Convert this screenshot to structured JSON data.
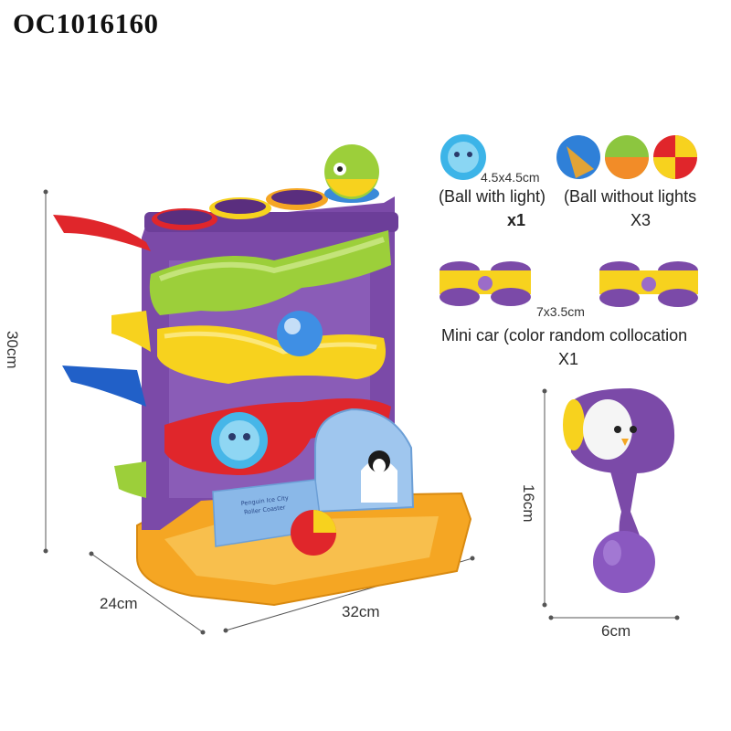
{
  "product_code": "OC1016160",
  "main_toy": {
    "height": "30cm",
    "depth": "24cm",
    "width": "32cm",
    "igloo_text": "Penguin Ice City Roller Coaster"
  },
  "accessories": {
    "ball_size": "4.5x4.5cm",
    "ball_with_light_label": "(Ball with light)",
    "ball_with_light_qty": "x1",
    "ball_without_lights_label": "(Ball without lights",
    "ball_without_lights_qty": "X3",
    "car_size": "7x3.5cm",
    "car_label": "Mini car (color random collocation",
    "car_qty": "X1",
    "hammer_height": "16cm",
    "hammer_width": "6cm"
  },
  "colors": {
    "frame_purple": "#7b4aa8",
    "ramp_red": "#e0262b",
    "ramp_green": "#9ccf3a",
    "ramp_yellow": "#f7d21e",
    "ramp_blue": "#2160c8",
    "base_orange": "#f5a623",
    "igloo_blue": "#9fc6ee"
  }
}
